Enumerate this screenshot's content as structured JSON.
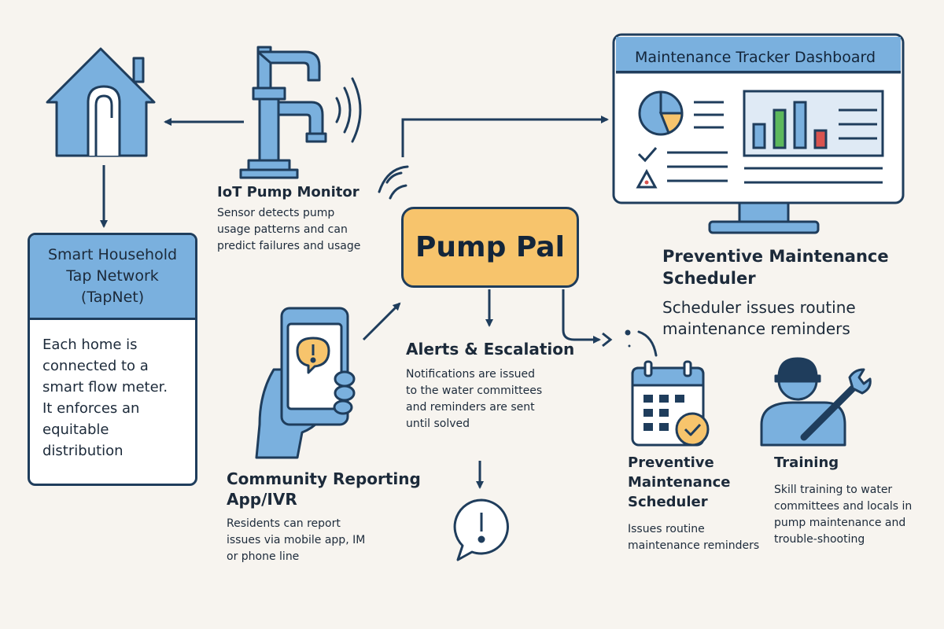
{
  "hub": {
    "label": "Pump Pal"
  },
  "tapnet": {
    "title_lines": [
      "Smart Household",
      "Tap Network",
      "(TapNet)"
    ],
    "body_lines": [
      "Each home is",
      "connected to a",
      "smart flow meter.",
      "It enforces an",
      "equitable",
      "distribution"
    ]
  },
  "iot": {
    "title": "IoT Pump Monitor",
    "desc_lines": [
      "Sensor detects pump",
      "usage patterns and can",
      "predict failures and usage"
    ]
  },
  "community": {
    "title_lines": [
      "Community Reporting",
      "App/IVR"
    ],
    "desc_lines": [
      "Residents can report",
      "issues via mobile app, IM",
      "or phone line"
    ]
  },
  "alerts": {
    "title": "Alerts & Escalation",
    "desc_lines": [
      "Notifications are issued",
      "to the water committees",
      "and reminders are sent",
      "until solved"
    ]
  },
  "dashboard": {
    "title": "Maintenance Tracker Dashboard"
  },
  "scheduler_main": {
    "title_lines": [
      "Preventive Maintenance",
      "Scheduler"
    ],
    "desc_lines": [
      "Scheduler issues routine",
      "maintenance reminders"
    ]
  },
  "scheduler_small": {
    "title_lines": [
      "Preventive",
      "Maintenance",
      "Scheduler"
    ],
    "desc_lines": [
      "Issues routine",
      "maintenance reminders"
    ]
  },
  "training": {
    "title": "Training",
    "desc_lines": [
      "Skill training to water",
      "committees and locals in",
      "pump maintenance and",
      "trouble-shooting"
    ]
  },
  "colors": {
    "outline": "#1f3d5c",
    "blue_fill": "#7ab0de",
    "hub_fill": "#f7c46c",
    "alert_fill": "#f7c46c",
    "bar_green": "#5cb85c",
    "bar_red": "#d9534f",
    "background": "#f7f4ef"
  }
}
